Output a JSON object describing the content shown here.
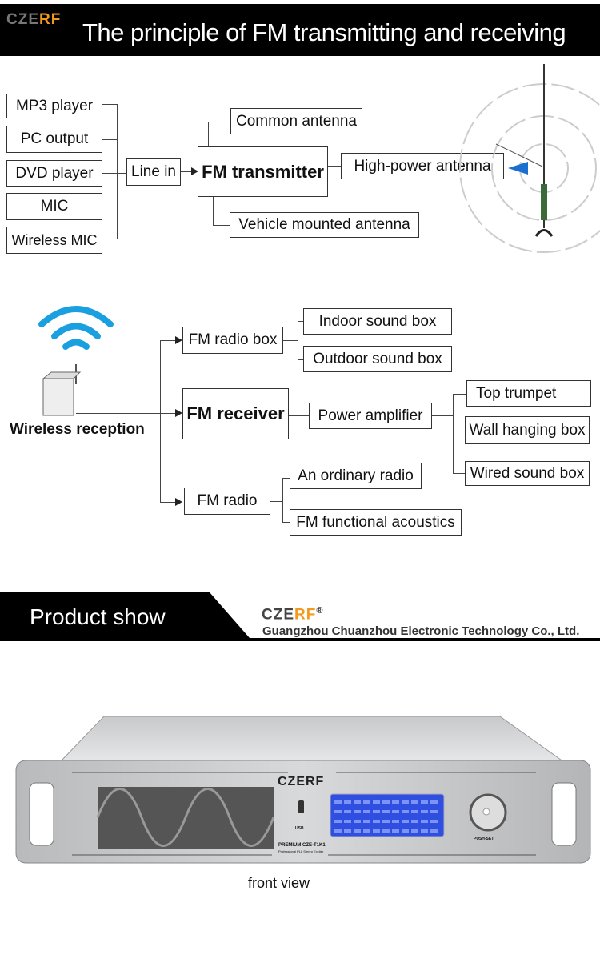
{
  "header": {
    "logo_gray": "CZE",
    "logo_orange": "RF",
    "title": "The principle of FM transmitting and receiving"
  },
  "transmit": {
    "sources": [
      "MP3 player",
      "PC output",
      "DVD player",
      "MIC",
      "Wireless MIC"
    ],
    "line_in": "Line in",
    "transmitter": "FM transmitter",
    "antennas": {
      "common": "Common antenna",
      "high_power": "High-power antenna",
      "vehicle": "Vehicle mounted antenna"
    }
  },
  "receive": {
    "label": "Wireless reception",
    "radio_box": "FM radio box",
    "receiver": "FM receiver",
    "radio": "FM radio",
    "indoor": "Indoor sound box",
    "outdoor": "Outdoor sound box",
    "amplifier": "Power amplifier",
    "top_trumpet": "Top trumpet",
    "wall": "Wall hanging box",
    "wired": "Wired sound box",
    "ordinary": "An ordinary radio",
    "acoustics": "FM functional acoustics"
  },
  "banner": {
    "title": "Product show",
    "logo_gray": "CZE",
    "logo_orange": "RF",
    "registered": "®",
    "company": "Guangzhou Chuanzhou Electronic Technology Co., Ltd."
  },
  "product": {
    "brand": "CZERF",
    "usb": "USB",
    "model": "PREMIUM CZE-T1K1",
    "subtitle": "Professional PLL Stereo Exciter",
    "knob": "PUSH-SET",
    "caption": "front view"
  },
  "colors": {
    "accent": "#f39a1e",
    "lcd": "#2f4fe0",
    "wifi": "#1aa0e0"
  }
}
